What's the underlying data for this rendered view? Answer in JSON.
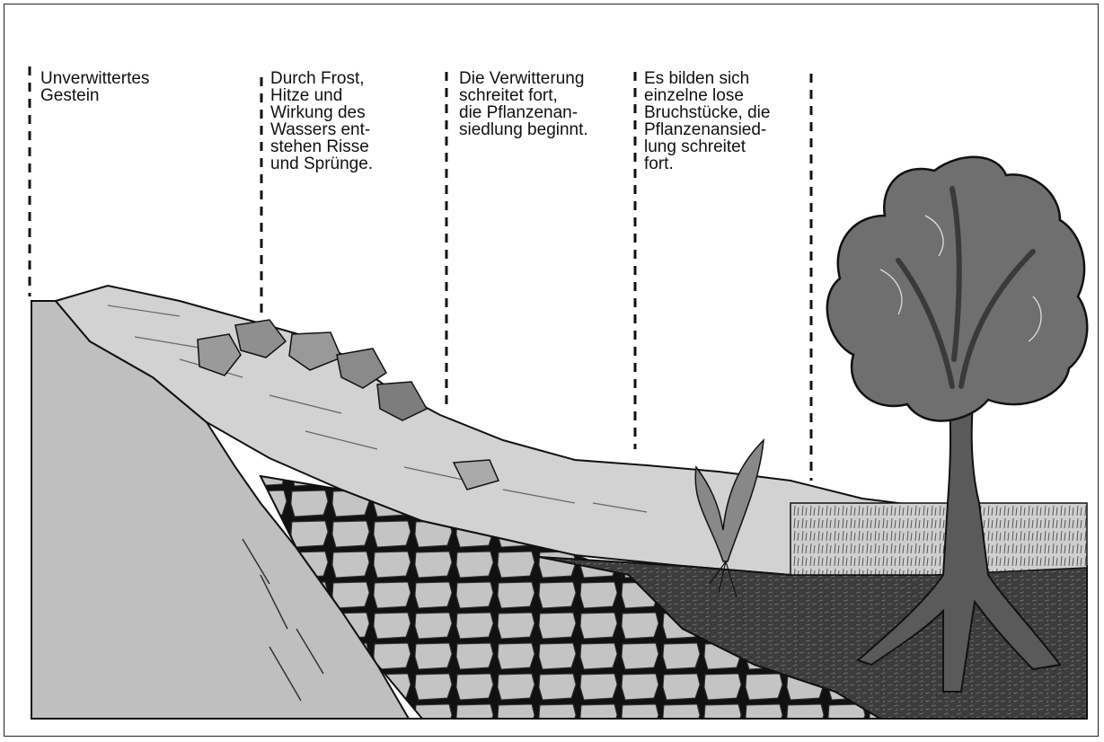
{
  "stages": [
    {
      "text": "Unverwittertes\nGestein"
    },
    {
      "text": "Durch Frost,\nHitze und\nWirkung des\nWassers ent-\nstehen Risse\nund Sprünge."
    },
    {
      "text": "Die Verwitterung\nschreitet fort,\ndie Pflanzenan-\nsiedlung beginnt."
    },
    {
      "text": "Es bilden sich\neinzelne lose\nBruchstücke, die\nPflanzenansied-\nlung schreitet\nfort."
    }
  ]
}
